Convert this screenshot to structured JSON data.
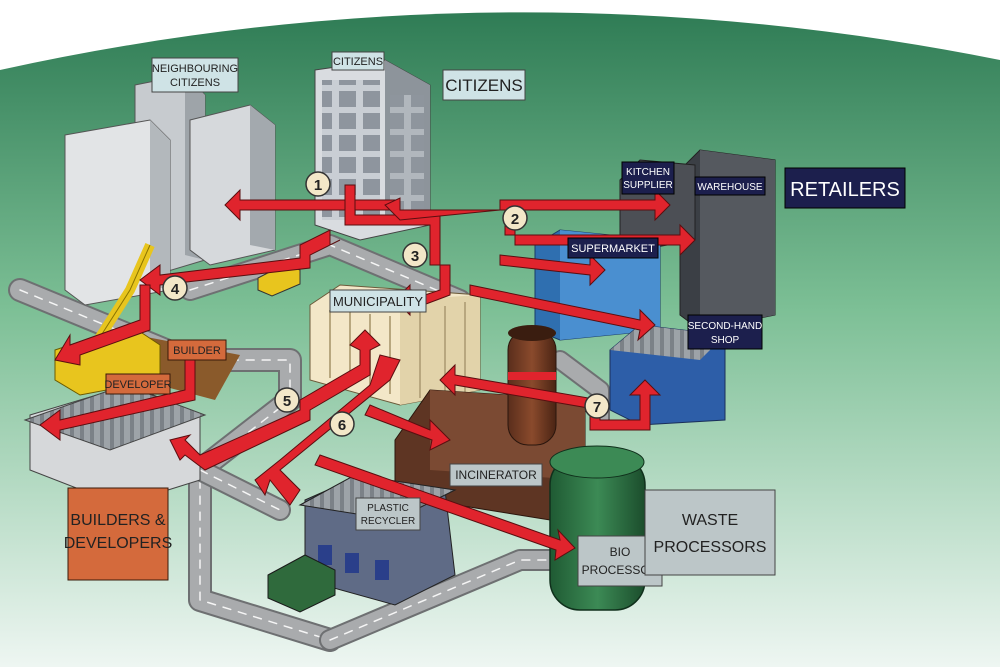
{
  "labels": {
    "neighbouring_citizens_1": "NEIGHBOURING",
    "neighbouring_citizens_2": "CITIZENS",
    "citizens_tower": "CITIZENS",
    "citizens_group": "CITIZENS",
    "retailers_group": "RETAILERS",
    "kitchen_supplier_1": "KITCHEN",
    "kitchen_supplier_2": "SUPPLIER",
    "warehouse": "WAREHOUSE",
    "supermarket": "SUPERMARKET",
    "second_hand_shop_1": "SECOND-HAND",
    "second_hand_shop_2": "SHOP",
    "municipality": "MUNICIPALITY",
    "builder": "BUILDER",
    "developer": "DEVELOPER",
    "builders_developers_1": "BUILDERS &",
    "builders_developers_2": "DEVELOPERS",
    "incinerator": "INCINERATOR",
    "plastic_recycler_1": "PLASTIC",
    "plastic_recycler_2": "RECYCLER",
    "bio_processor_1": "BIO",
    "bio_processor_2": "PROCESSOR",
    "waste_processors_1": "WASTE",
    "waste_processors_2": "PROCESSORS"
  },
  "flow_numbers": [
    "1",
    "2",
    "3",
    "4",
    "5",
    "6",
    "7"
  ],
  "colors": {
    "arrow_red": "#e0242d",
    "ground_green": "#4f9e6e",
    "road_gray": "#8a8c8e",
    "retail_navy": "#1c1f4d",
    "builder_orange": "#d46a3c",
    "gray_label": "#bcc6c8"
  }
}
